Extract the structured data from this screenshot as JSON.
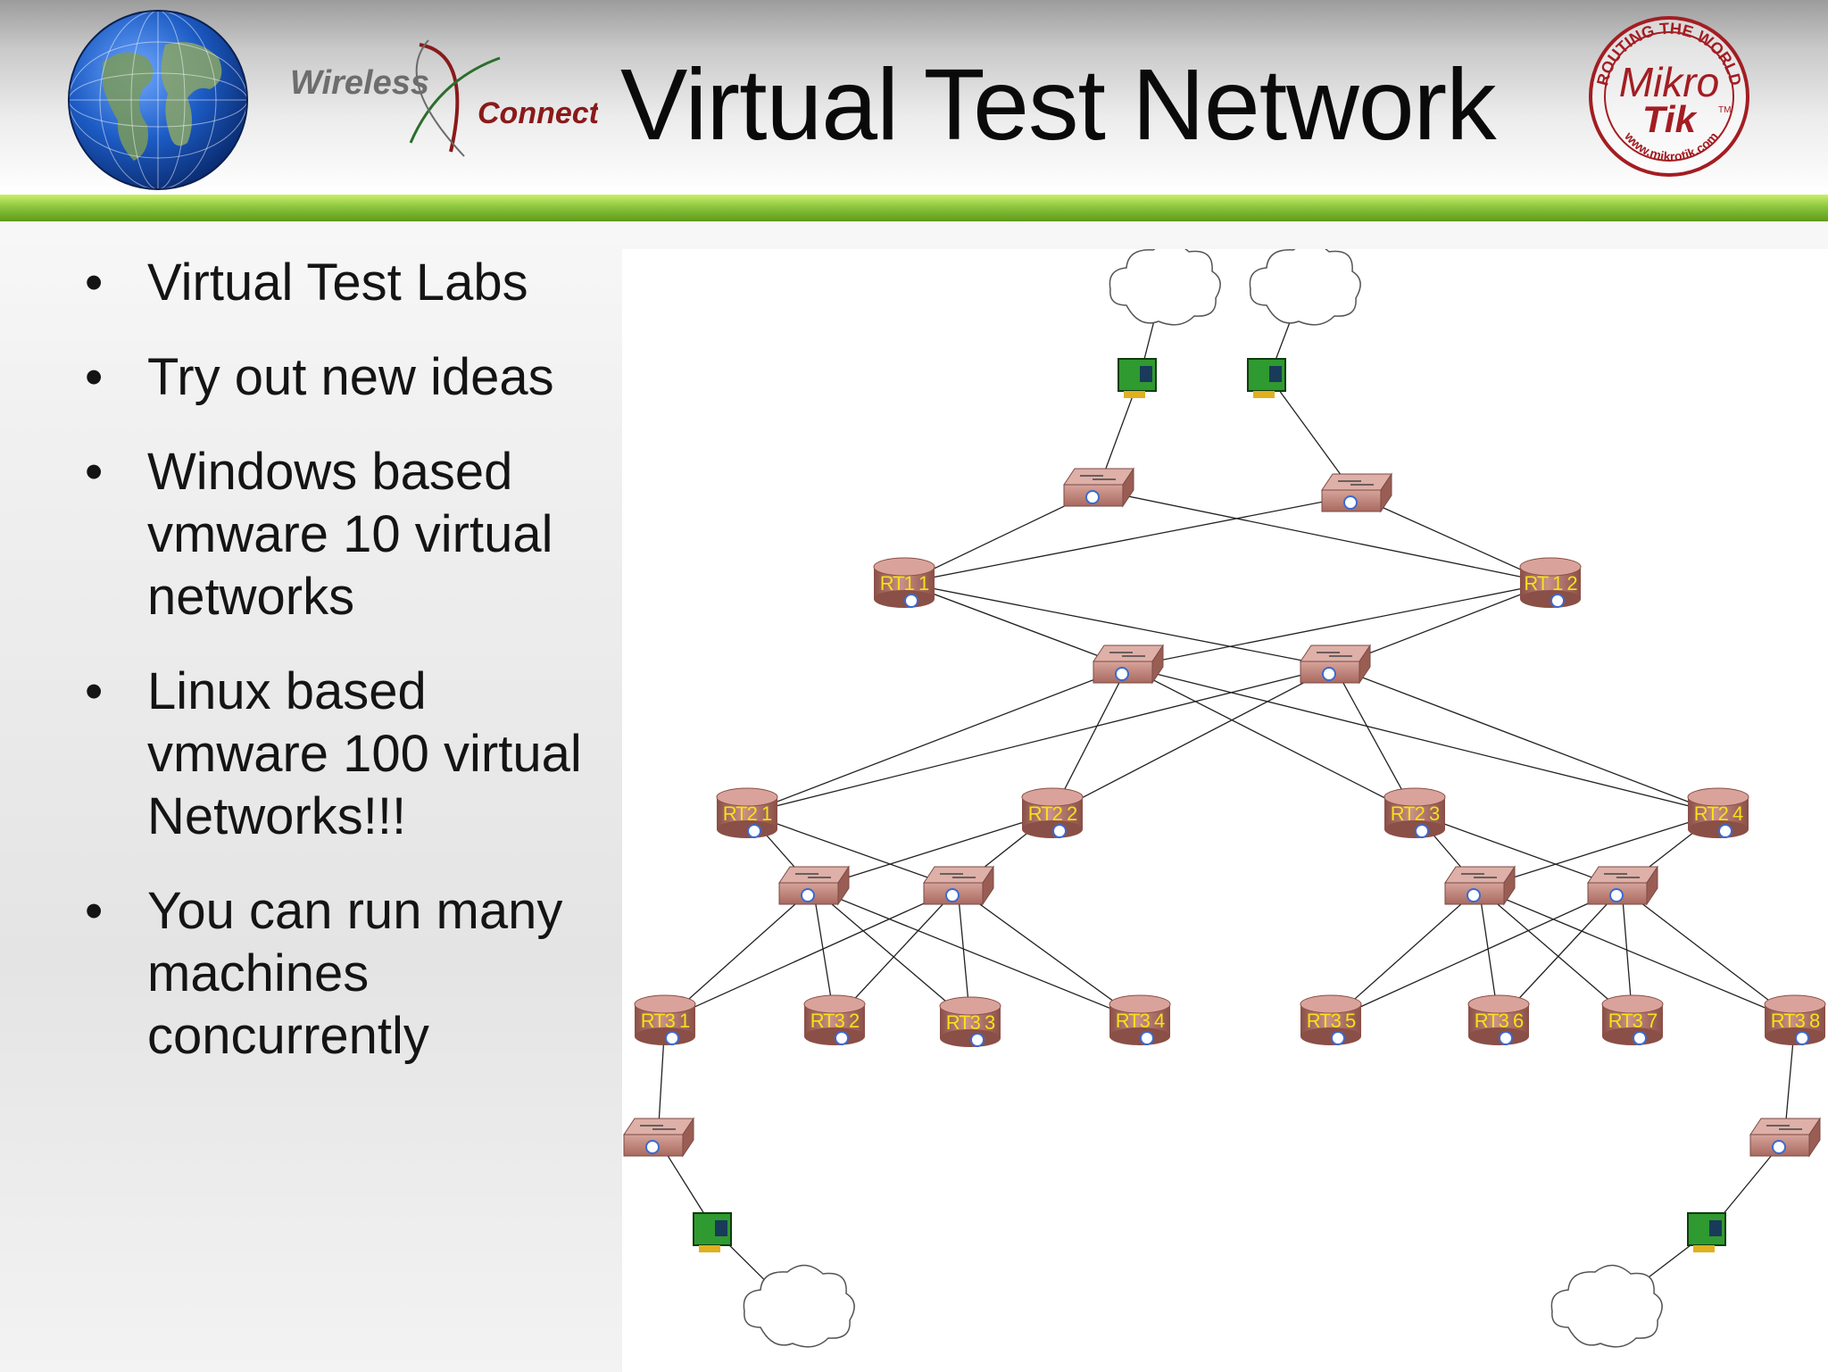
{
  "header": {
    "title": "Virtual Test Network",
    "left_logo": {
      "word1": "Wireless",
      "word2": "Connect"
    },
    "right_logo": {
      "arc_top": "ROUTING THE WORLD",
      "line1": "Mikro",
      "line2": "Tik",
      "tm": "TM",
      "arc_bottom": "www.mikrotik.com"
    }
  },
  "bullets": [
    {
      "text": "Virtual Test Labs"
    },
    {
      "text": "Try out new ideas"
    },
    {
      "text": "Windows based vmware 10 virtual networks"
    },
    {
      "text": "Linux based vmware 100 virtual Networks!!!"
    },
    {
      "text": "You can run many machines concurrently"
    }
  ],
  "network": {
    "nodes": [
      {
        "id": "cloud-top-1",
        "kind": "cloud"
      },
      {
        "id": "cloud-top-2",
        "kind": "cloud"
      },
      {
        "id": "nic-top-1",
        "kind": "nic"
      },
      {
        "id": "nic-top-2",
        "kind": "nic"
      },
      {
        "id": "sw-1a",
        "kind": "switch"
      },
      {
        "id": "sw-1b",
        "kind": "switch"
      },
      {
        "id": "rt11",
        "kind": "router",
        "label": "RT1 1"
      },
      {
        "id": "rt12",
        "kind": "router",
        "label": "RT 1 2"
      },
      {
        "id": "sw-2a",
        "kind": "switch"
      },
      {
        "id": "sw-2b",
        "kind": "switch"
      },
      {
        "id": "rt21",
        "kind": "router",
        "label": "RT2 1"
      },
      {
        "id": "rt22",
        "kind": "router",
        "label": "RT2 2"
      },
      {
        "id": "rt23",
        "kind": "router",
        "label": "RT2 3"
      },
      {
        "id": "rt24",
        "kind": "router",
        "label": "RT2 4"
      },
      {
        "id": "sw-3a",
        "kind": "switch"
      },
      {
        "id": "sw-3b",
        "kind": "switch"
      },
      {
        "id": "sw-3c",
        "kind": "switch"
      },
      {
        "id": "sw-3d",
        "kind": "switch"
      },
      {
        "id": "rt31",
        "kind": "router",
        "label": "RT3 1"
      },
      {
        "id": "rt32",
        "kind": "router",
        "label": "RT3 2"
      },
      {
        "id": "rt33",
        "kind": "router",
        "label": "RT3 3"
      },
      {
        "id": "rt34",
        "kind": "router",
        "label": "RT3 4"
      },
      {
        "id": "rt35",
        "kind": "router",
        "label": "RT3 5"
      },
      {
        "id": "rt36",
        "kind": "router",
        "label": "RT3 6"
      },
      {
        "id": "rt37",
        "kind": "router",
        "label": "RT3 7"
      },
      {
        "id": "rt38",
        "kind": "router",
        "label": "RT3 8"
      },
      {
        "id": "sw-4a",
        "kind": "switch"
      },
      {
        "id": "sw-4b",
        "kind": "switch"
      },
      {
        "id": "nic-bot-1",
        "kind": "nic"
      },
      {
        "id": "nic-bot-2",
        "kind": "nic"
      },
      {
        "id": "cloud-bot-1",
        "kind": "cloud"
      },
      {
        "id": "cloud-bot-2",
        "kind": "cloud"
      }
    ],
    "links": [
      [
        "cloud-top-1",
        "nic-top-1"
      ],
      [
        "cloud-top-2",
        "nic-top-2"
      ],
      [
        "nic-top-1",
        "sw-1a"
      ],
      [
        "nic-top-2",
        "sw-1b"
      ],
      [
        "sw-1a",
        "rt11"
      ],
      [
        "sw-1a",
        "rt12"
      ],
      [
        "sw-1b",
        "rt11"
      ],
      [
        "sw-1b",
        "rt12"
      ],
      [
        "rt11",
        "sw-2a"
      ],
      [
        "rt11",
        "sw-2b"
      ],
      [
        "rt12",
        "sw-2a"
      ],
      [
        "rt12",
        "sw-2b"
      ],
      [
        "sw-2a",
        "rt21"
      ],
      [
        "sw-2a",
        "rt22"
      ],
      [
        "sw-2a",
        "rt23"
      ],
      [
        "sw-2a",
        "rt24"
      ],
      [
        "sw-2b",
        "rt21"
      ],
      [
        "sw-2b",
        "rt22"
      ],
      [
        "sw-2b",
        "rt23"
      ],
      [
        "sw-2b",
        "rt24"
      ],
      [
        "rt21",
        "sw-3a"
      ],
      [
        "rt21",
        "sw-3b"
      ],
      [
        "rt22",
        "sw-3a"
      ],
      [
        "rt22",
        "sw-3b"
      ],
      [
        "rt23",
        "sw-3c"
      ],
      [
        "rt23",
        "sw-3d"
      ],
      [
        "rt24",
        "sw-3c"
      ],
      [
        "rt24",
        "sw-3d"
      ],
      [
        "sw-3a",
        "rt31"
      ],
      [
        "sw-3a",
        "rt32"
      ],
      [
        "sw-3a",
        "rt33"
      ],
      [
        "sw-3a",
        "rt34"
      ],
      [
        "sw-3b",
        "rt31"
      ],
      [
        "sw-3b",
        "rt32"
      ],
      [
        "sw-3b",
        "rt33"
      ],
      [
        "sw-3b",
        "rt34"
      ],
      [
        "sw-3c",
        "rt35"
      ],
      [
        "sw-3c",
        "rt36"
      ],
      [
        "sw-3c",
        "rt37"
      ],
      [
        "sw-3c",
        "rt38"
      ],
      [
        "sw-3d",
        "rt35"
      ],
      [
        "sw-3d",
        "rt36"
      ],
      [
        "sw-3d",
        "rt37"
      ],
      [
        "sw-3d",
        "rt38"
      ],
      [
        "rt31",
        "sw-4a"
      ],
      [
        "rt38",
        "sw-4b"
      ],
      [
        "sw-4a",
        "nic-bot-1"
      ],
      [
        "sw-4b",
        "nic-bot-2"
      ],
      [
        "nic-bot-1",
        "cloud-bot-1"
      ],
      [
        "nic-bot-2",
        "cloud-bot-2"
      ]
    ]
  },
  "colors": {
    "title": "#0a0a0a",
    "accent_green": "#8dc63f",
    "router_body": "#b4786e",
    "switch_body": "#c48a80",
    "router_label": "#f4e21a",
    "nic_green": "#2f9a2f"
  }
}
